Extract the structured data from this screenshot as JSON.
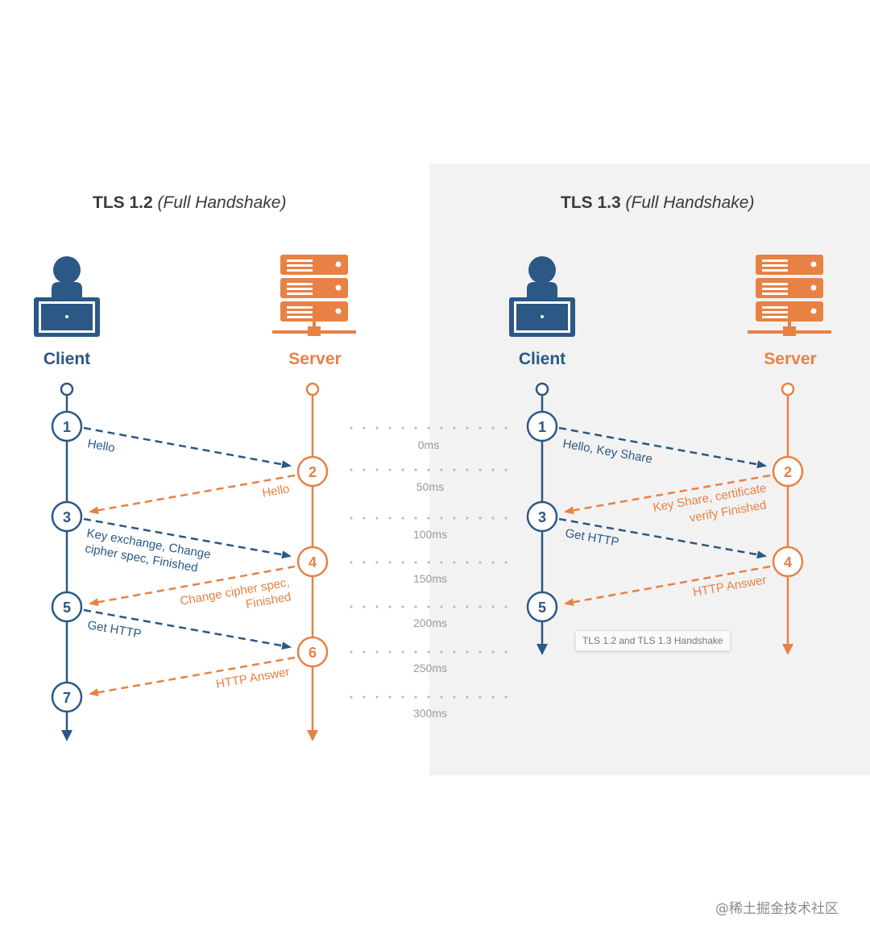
{
  "colors": {
    "client": "#2b5885",
    "server": "#e88144",
    "dots": "#b5b5b5",
    "panel": "#f2f2f2"
  },
  "tls12": {
    "title": "TLS 1.2",
    "subtitle": "(Full Handshake)",
    "client_label": "Client",
    "server_label": "Server",
    "steps": [
      "1",
      "2",
      "3",
      "4",
      "5",
      "6",
      "7"
    ],
    "messages": {
      "m1": "Hello",
      "m2": "Hello",
      "m3a": "Key exchange, Change",
      "m3b": "cipher spec, Finished",
      "m4a": "Change cipher spec,",
      "m4b": "Finished",
      "m5": "Get HTTP",
      "m6": "HTTP Answer"
    }
  },
  "tls13": {
    "title": "TLS 1.3",
    "subtitle": "(Full Handshake)",
    "client_label": "Client",
    "server_label": "Server",
    "steps": [
      "1",
      "2",
      "3",
      "4",
      "5"
    ],
    "messages": {
      "m1": "Hello, Key Share",
      "m2a": "Key Share, certificate",
      "m2b": "verify  Finished",
      "m3": "Get HTTP",
      "m4": "HTTP Answer"
    }
  },
  "timeline": [
    "0ms",
    "50ms",
    "100ms",
    "150ms",
    "200ms",
    "250ms",
    "300ms"
  ],
  "icons": {
    "client": "user-laptop-icon",
    "server": "server-rack-icon"
  },
  "tooltip": "TLS 1.2 and TLS 1.3 Handshake",
  "watermark": "@稀土掘金技术社区"
}
